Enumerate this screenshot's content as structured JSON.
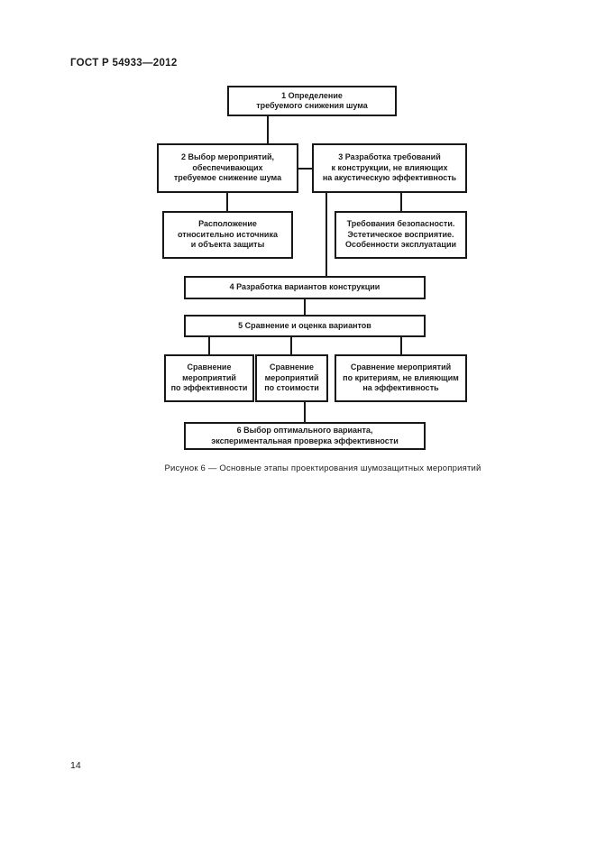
{
  "header": {
    "title": "ГОСТ Р 54933—2012"
  },
  "figure": {
    "boxes": {
      "step1": "1 Определение\nтребуемого снижения шума",
      "step2": "2 Выбор мероприятий,\nобеспечивающих\nтребуемое снижение шума",
      "step3": "3 Разработка требований\nк конструкции, не влияющих\nна акустическую эффективность",
      "step2_detail": "Расположение\nотносительно источника\nи объекта защиты",
      "step3_detail": "Требования безопасности.\nЭстетическое восприятие.\nОсобенности эксплуатации",
      "step4": "4 Разработка вариантов конструкции",
      "step5": "5 Сравнение и оценка вариантов",
      "step5_effect": "Сравнение\nмероприятий\nпо эффективности",
      "step5_cost": "Сравнение\nмероприятий\nпо стоимости",
      "step5_criteria": "Сравнение мероприятий\nпо критериям, не влияющим\nна эффективность",
      "step6": "6 Выбор оптимального варианта,\nэкспериментальная проверка эффективности"
    },
    "caption": "Рисунок 6 — Основные этапы проектирования шумозащитных мероприятий"
  },
  "footer": {
    "page_number": "14"
  }
}
